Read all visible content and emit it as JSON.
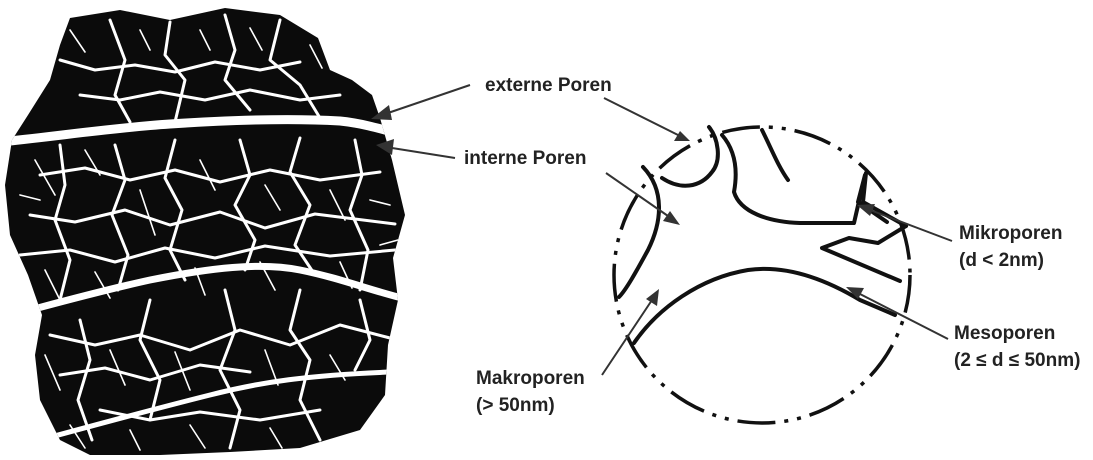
{
  "labels": {
    "external_pores": "externe Poren",
    "internal_pores": "interne Poren",
    "micropores": "Mikroporen",
    "micropores_size": "(d < 2nm)",
    "mesopores": "Mesoporen",
    "mesopores_size": "(2 ≤ d ≤ 50nm)",
    "macropores": "Makroporen",
    "macropores_size": "(> 50nm)"
  },
  "colors": {
    "particle": "#0b0b0b",
    "pore": "#ffffff",
    "line": "#222222",
    "text": "#222222"
  }
}
